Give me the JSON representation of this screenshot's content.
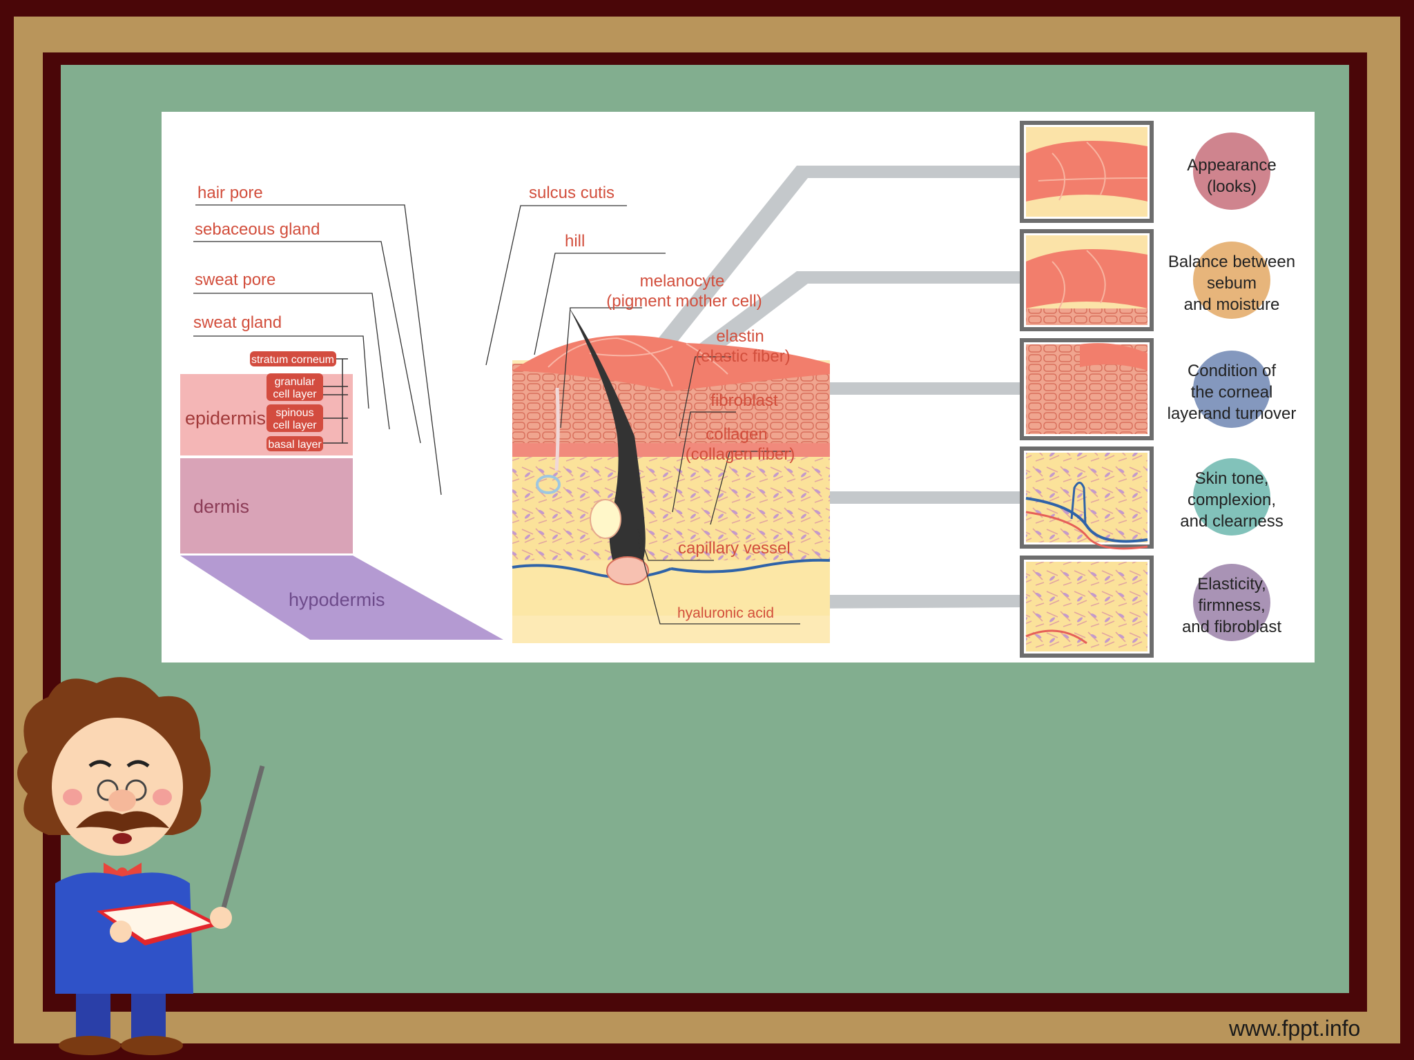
{
  "labels": {
    "hair_pore": "hair pore",
    "sebaceous_gland": "sebaceous gland",
    "sweat_pore": "sweat pore",
    "sweat_gland": "sweat gland",
    "sulcus_cutis": "sulcus cutis",
    "hill": "hill",
    "melanocyte": "melanocyte",
    "melanocyte_sub": "(pigment mother cell)",
    "elastin": "elastin",
    "elastin_sub": "(elastic fiber)",
    "fibroblast": "fibroblast",
    "collagen": "collagen",
    "collagen_sub": "(collagen fiber)",
    "capillary_vessel": "capillary vessel",
    "hyaluronic_acid": "hyaluronic acid"
  },
  "layers": {
    "stratum_corneum": "stratum corneum",
    "granular_1": "granular",
    "granular_2": "cell layer",
    "spinous_1": "spinous",
    "spinous_2": "cell layer",
    "basal": "basal layer"
  },
  "zones": {
    "epidermis": "epidermis",
    "dermis": "dermis",
    "hypodermis": "hypodermis"
  },
  "properties": [
    {
      "lines": [
        "Appearance",
        "(looks)"
      ],
      "color": "#c76e7a"
    },
    {
      "lines": [
        "Balance between",
        "sebum",
        "and moisture"
      ],
      "color": "#e3a864"
    },
    {
      "lines": [
        "Condition of",
        "the corneal",
        "layerand turnover"
      ],
      "color": "#6f86b3"
    },
    {
      "lines": [
        "Skin tone,",
        "complexion,",
        "and clearness"
      ],
      "color": "#6cb7ae"
    },
    {
      "lines": [
        "Elasticity,",
        "firmness,",
        "and fibroblast"
      ],
      "color": "#9a80a8"
    }
  ],
  "watermark": "www.fppt.info"
}
